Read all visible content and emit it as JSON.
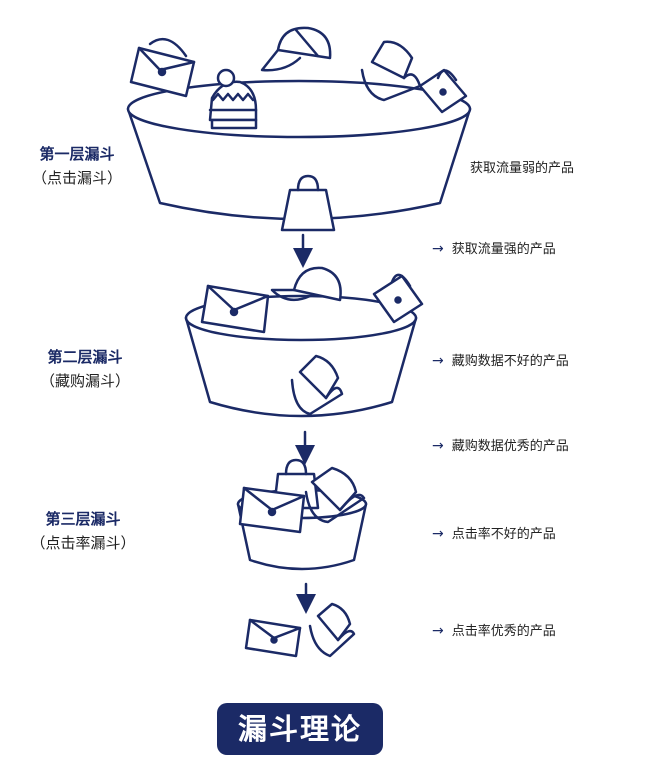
{
  "layers": [
    {
      "name": "第一层漏斗",
      "sub": "（点击漏斗）"
    },
    {
      "name": "第二层漏斗",
      "sub": "（藏购漏斗）"
    },
    {
      "name": "第三层漏斗",
      "sub": "（点击率漏斗）"
    }
  ],
  "notes": {
    "n1": "获取流量弱的产品",
    "n2": "获取流量强的产品",
    "n3": "藏购数据不好的产品",
    "n4": "藏购数据优秀的产品",
    "n5": "点击率不好的产品",
    "n6": "点击率优秀的产品"
  },
  "arrow_glyph": "→",
  "title": "漏斗理论",
  "colors": {
    "navy": "#1b2a66",
    "text": "#222222",
    "background": "#ffffff"
  },
  "icons": [
    "handbag-icon",
    "cap-icon",
    "bucket-hat-icon",
    "beanie-icon",
    "shopping-bag-icon"
  ]
}
